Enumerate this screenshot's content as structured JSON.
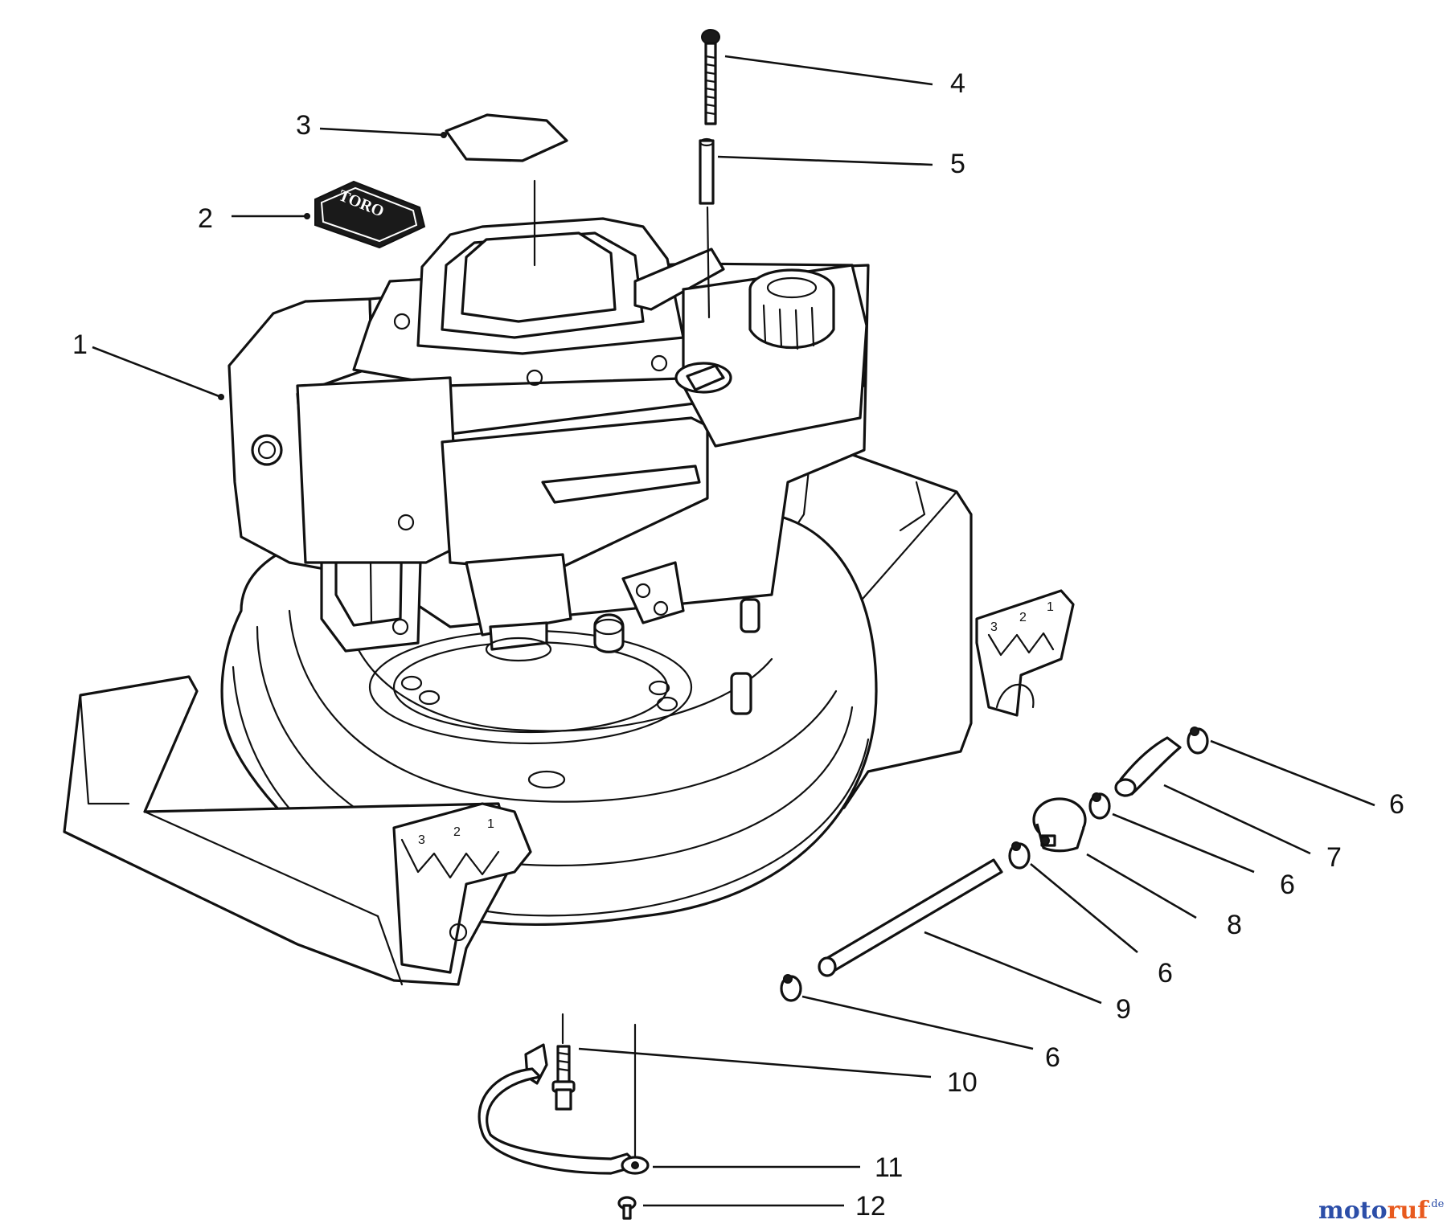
{
  "diagram": {
    "callouts": [
      {
        "id": "c1",
        "label": "1"
      },
      {
        "id": "c2",
        "label": "2"
      },
      {
        "id": "c3",
        "label": "3"
      },
      {
        "id": "c4",
        "label": "4"
      },
      {
        "id": "c5",
        "label": "5"
      },
      {
        "id": "c6a",
        "label": "6"
      },
      {
        "id": "c7",
        "label": "7"
      },
      {
        "id": "c6b",
        "label": "6"
      },
      {
        "id": "c8",
        "label": "8"
      },
      {
        "id": "c6c",
        "label": "6"
      },
      {
        "id": "c9",
        "label": "9"
      },
      {
        "id": "c6d",
        "label": "6"
      },
      {
        "id": "c10",
        "label": "10"
      },
      {
        "id": "c11",
        "label": "11"
      },
      {
        "id": "c12",
        "label": "12"
      }
    ],
    "decal_logo_text": "TORO",
    "height_adjuster_marks": [
      "3",
      "2",
      "1"
    ]
  },
  "watermark": {
    "part1": "moto",
    "part2": "ruf",
    "suffix": ".de"
  }
}
